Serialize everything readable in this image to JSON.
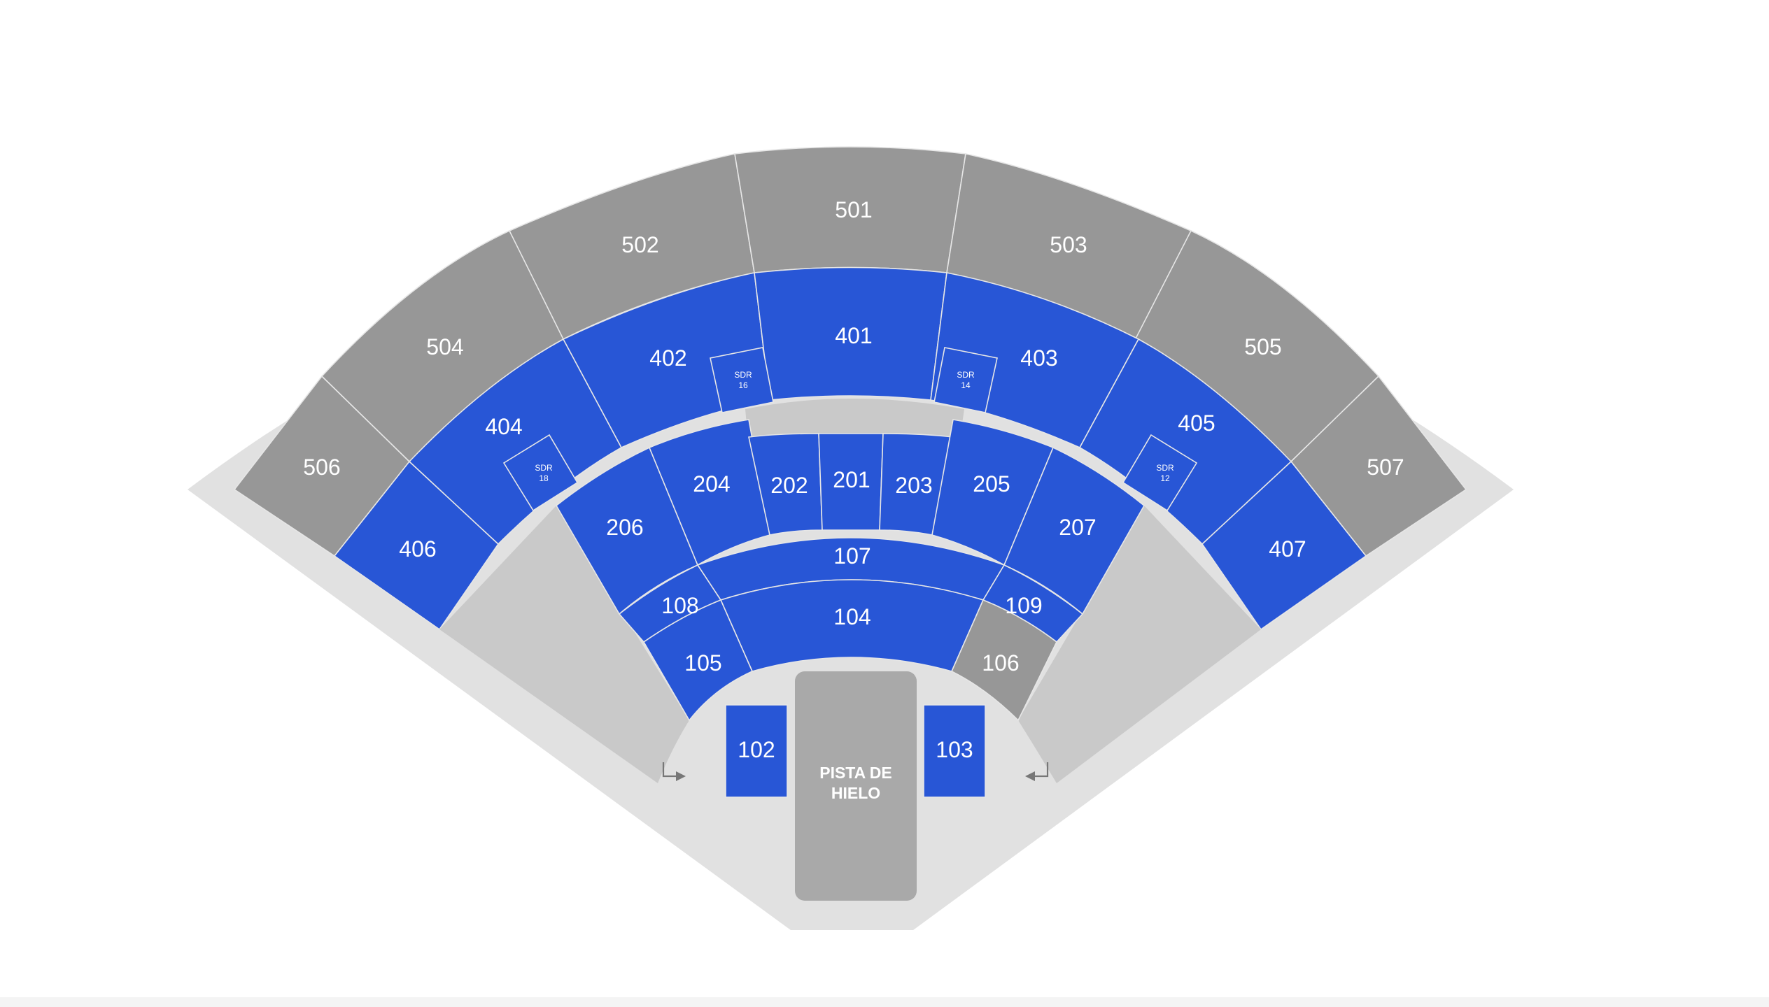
{
  "venue": {
    "rink_label_line1": "PISTA DE",
    "rink_label_line2": "HIELO"
  },
  "colors": {
    "available": "#2856d6",
    "unavailable": "#979797",
    "outer_ring": "#e1e1e1",
    "inner_floor": "#c9c9c9",
    "rink": "#a9a9a9",
    "background": "#ffffff"
  },
  "sections": [
    {
      "id": "501",
      "label": "501",
      "status": "unavailable"
    },
    {
      "id": "502",
      "label": "502",
      "status": "unavailable"
    },
    {
      "id": "503",
      "label": "503",
      "status": "unavailable"
    },
    {
      "id": "504",
      "label": "504",
      "status": "unavailable"
    },
    {
      "id": "505",
      "label": "505",
      "status": "unavailable"
    },
    {
      "id": "506",
      "label": "506",
      "status": "unavailable"
    },
    {
      "id": "507",
      "label": "507",
      "status": "unavailable"
    },
    {
      "id": "401",
      "label": "401",
      "status": "available"
    },
    {
      "id": "402",
      "label": "402",
      "status": "available"
    },
    {
      "id": "403",
      "label": "403",
      "status": "available"
    },
    {
      "id": "404",
      "label": "404",
      "status": "available"
    },
    {
      "id": "405",
      "label": "405",
      "status": "available"
    },
    {
      "id": "406",
      "label": "406",
      "status": "available"
    },
    {
      "id": "407",
      "label": "407",
      "status": "available"
    },
    {
      "id": "201",
      "label": "201",
      "status": "available"
    },
    {
      "id": "202",
      "label": "202",
      "status": "available"
    },
    {
      "id": "203",
      "label": "203",
      "status": "available"
    },
    {
      "id": "204",
      "label": "204",
      "status": "available"
    },
    {
      "id": "205",
      "label": "205",
      "status": "available"
    },
    {
      "id": "206",
      "label": "206",
      "status": "available"
    },
    {
      "id": "207",
      "label": "207",
      "status": "available"
    },
    {
      "id": "107",
      "label": "107",
      "status": "available"
    },
    {
      "id": "104",
      "label": "104",
      "status": "available"
    },
    {
      "id": "108",
      "label": "108",
      "status": "available"
    },
    {
      "id": "109",
      "label": "109",
      "status": "available"
    },
    {
      "id": "105",
      "label": "105",
      "status": "available"
    },
    {
      "id": "106",
      "label": "106",
      "status": "unavailable"
    },
    {
      "id": "102",
      "label": "102",
      "status": "available"
    },
    {
      "id": "103",
      "label": "103",
      "status": "available"
    }
  ],
  "suites": [
    {
      "id": "sdr16",
      "line1": "SDR",
      "line2": "16"
    },
    {
      "id": "sdr14",
      "line1": "SDR",
      "line2": "14"
    },
    {
      "id": "sdr18",
      "line1": "SDR",
      "line2": "18"
    },
    {
      "id": "sdr12",
      "line1": "SDR",
      "line2": "12"
    }
  ],
  "entrances": [
    {
      "id": "left",
      "icon": "entrance-arrow-right-icon"
    },
    {
      "id": "right",
      "icon": "entrance-arrow-left-icon"
    }
  ]
}
